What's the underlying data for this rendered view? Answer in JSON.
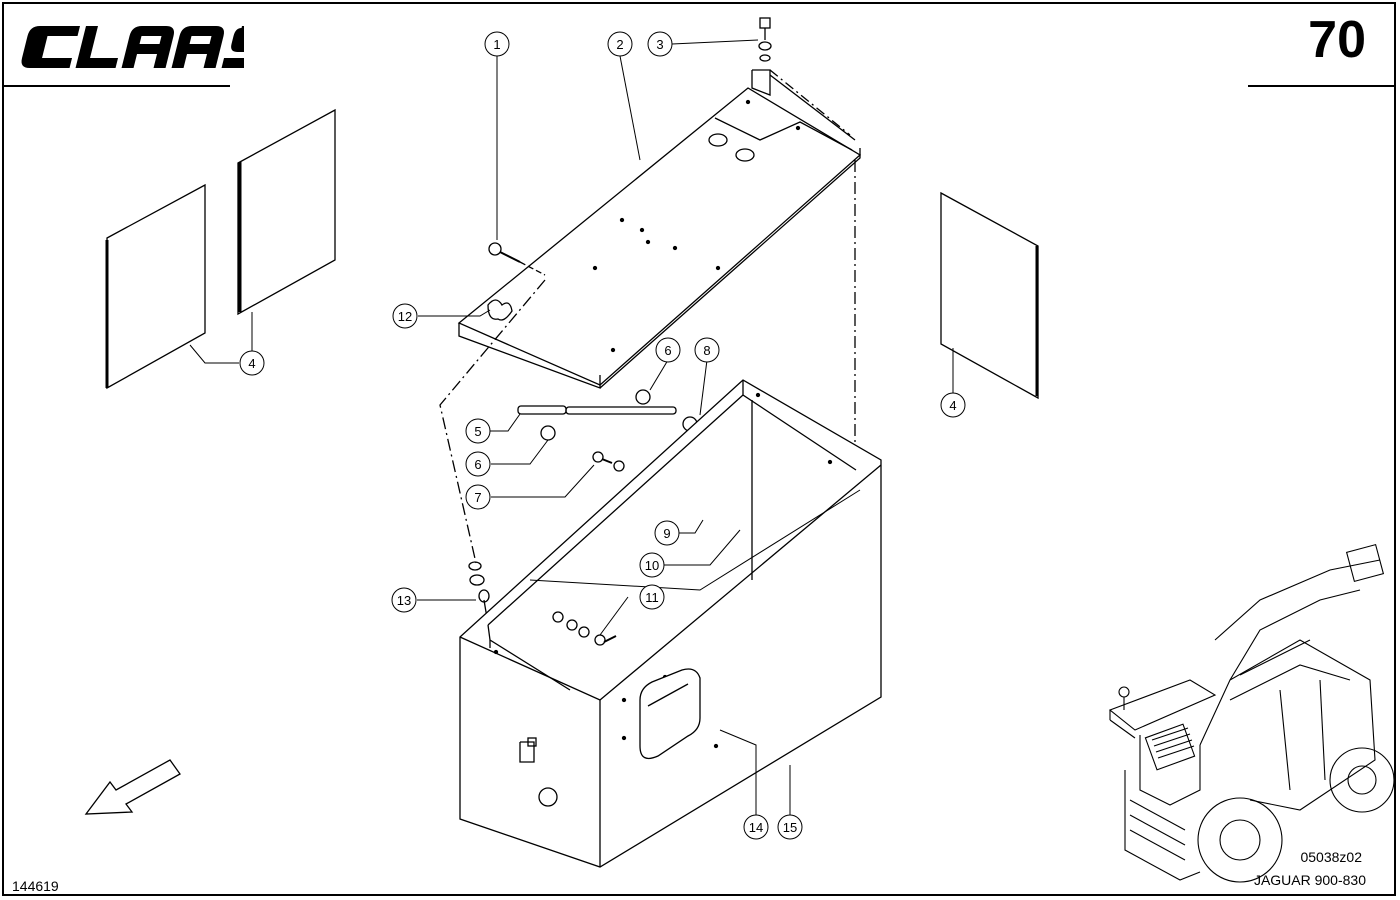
{
  "header": {
    "brand": "CLAAS",
    "page_number": "70"
  },
  "footer": {
    "drawing_id": "144619",
    "ref_code": "05038z02",
    "model": "JAGUAR 900-830"
  },
  "callouts": [
    {
      "id": "1",
      "label": "1"
    },
    {
      "id": "2",
      "label": "2"
    },
    {
      "id": "3",
      "label": "3"
    },
    {
      "id": "4a",
      "label": "4"
    },
    {
      "id": "4b",
      "label": "4"
    },
    {
      "id": "5",
      "label": "5"
    },
    {
      "id": "6a",
      "label": "6"
    },
    {
      "id": "6b",
      "label": "6"
    },
    {
      "id": "7",
      "label": "7"
    },
    {
      "id": "8",
      "label": "8"
    },
    {
      "id": "9",
      "label": "9"
    },
    {
      "id": "10",
      "label": "10"
    },
    {
      "id": "11",
      "label": "11"
    },
    {
      "id": "12",
      "label": "12"
    },
    {
      "id": "13",
      "label": "13"
    },
    {
      "id": "14",
      "label": "14"
    },
    {
      "id": "15",
      "label": "15"
    }
  ],
  "icons": {
    "orientation": "direction-arrow-icon",
    "machine": "forage-harvester-thumbnail"
  }
}
